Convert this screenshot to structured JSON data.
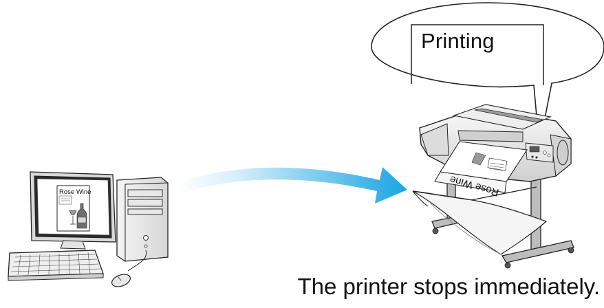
{
  "speech_balloon": {
    "text": "Printing"
  },
  "computer": {
    "monitor_document_title": "Rose Wine"
  },
  "printer": {
    "output_paper_text": "Rose Wine"
  },
  "caption": {
    "text": "The printer stops immediately."
  },
  "colors": {
    "arrow_gradient_start": "#eaf6fd",
    "arrow_gradient_end": "#1fa6e2",
    "outline": "#222222",
    "body_light": "#f2f2f2",
    "body_shade": "#c9c9c9"
  }
}
